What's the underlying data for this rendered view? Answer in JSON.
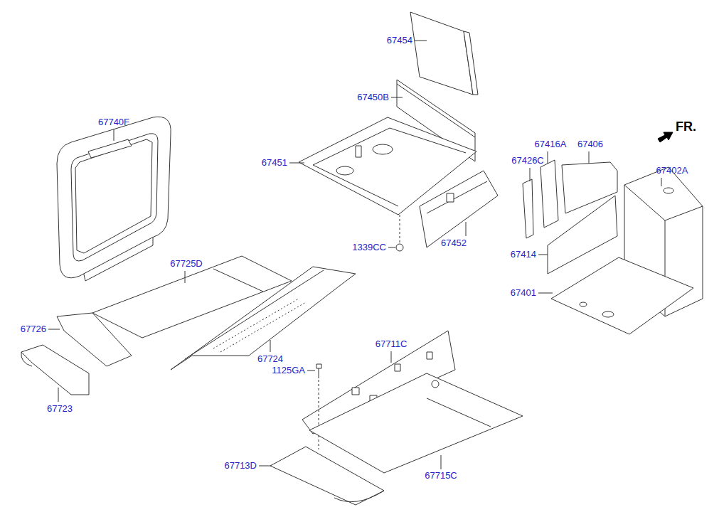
{
  "diagram": {
    "labels": [
      "67454",
      "67450B",
      "67451",
      "67740F",
      "67452",
      "1339CC",
      "67725D",
      "67726",
      "67724",
      "67723",
      "67711C",
      "1125GA",
      "67713D",
      "67715C",
      "67416A",
      "67406",
      "67426C",
      "67402A",
      "67414",
      "67401",
      "FR."
    ]
  }
}
